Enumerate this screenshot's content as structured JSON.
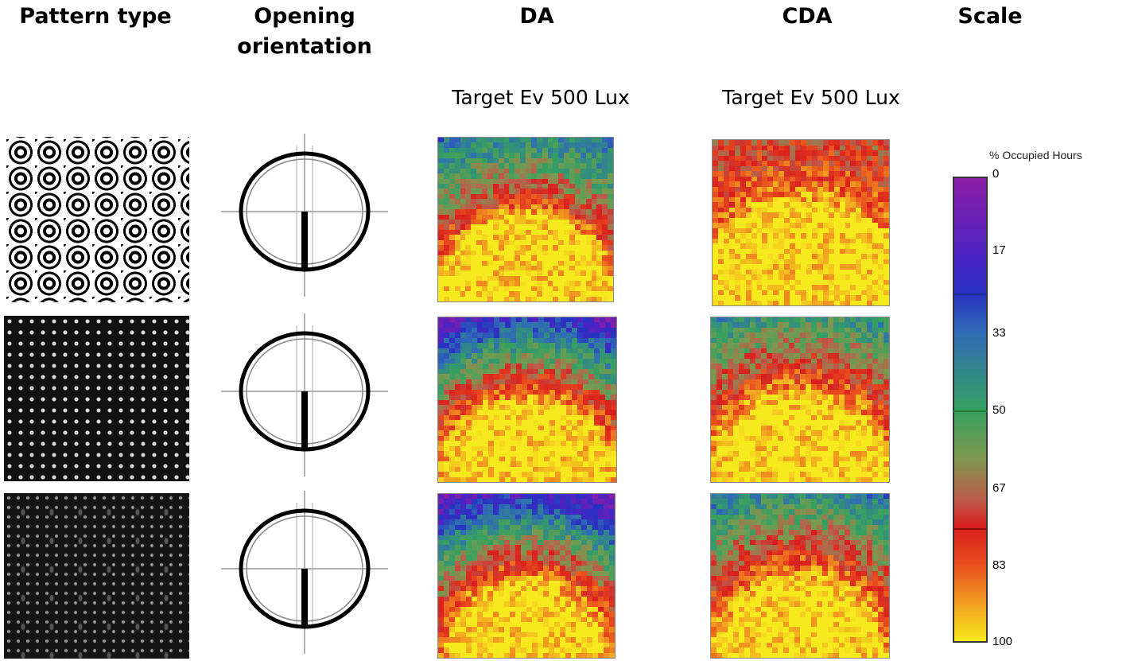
{
  "headers": {
    "pattern_type": "Pattern type",
    "opening_orientation_line1": "Opening",
    "opening_orientation_line2": "orientation",
    "da": "DA",
    "cda": "CDA",
    "scale": "Scale"
  },
  "subheaders": {
    "da_target": "Target Ev 500 Lux",
    "cda_target": "Target Ev 500 Lux"
  },
  "scale": {
    "title": "% Occupied Hours",
    "ticks": [
      "0",
      "17",
      "33",
      "50",
      "67",
      "83",
      "100"
    ],
    "colors": {
      "purple": "#8b1ea6",
      "blue": "#2832c0",
      "green": "#35a060",
      "red": "#d81e1e",
      "yellow": "#f6ea1e"
    }
  },
  "rows": [
    {
      "pattern": "pattern-1-octagonal-rings"
    },
    {
      "pattern": "pattern-2-dense-dots"
    },
    {
      "pattern": "pattern-3-dark-fine-dots"
    }
  ]
}
